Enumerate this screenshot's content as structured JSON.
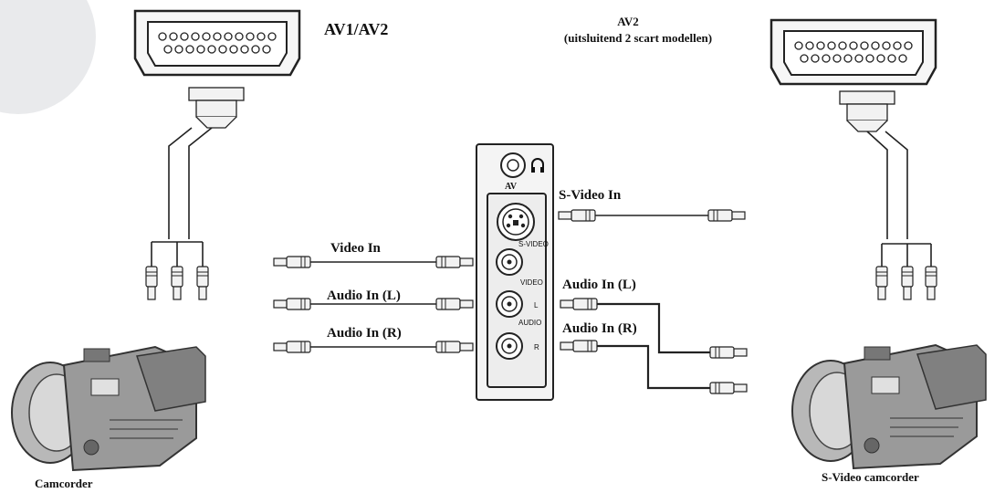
{
  "labels": {
    "av1_av2": "AV1/AV2",
    "av2": "AV2",
    "av2_note": "(uitsluitend 2 scart modellen)",
    "av": "AV",
    "svideo_in": "S-Video In",
    "video_in": "Video In",
    "audio_in_l_left": "Audio In (L)",
    "audio_in_r_left": "Audio In (R)",
    "audio_in_l_right": "Audio In (L)",
    "audio_in_r_right": "Audio In (R)",
    "jack_svideo": "S-VIDEO",
    "jack_video": "VIDEO",
    "jack_l": "L",
    "jack_audio": "AUDIO",
    "jack_r": "R",
    "camcorder": "Camcorder",
    "svideo_camcorder": "S-Video camcorder"
  },
  "icons": [
    "scart-connector-icon",
    "headphone-icon",
    "rca-plug-icon",
    "camcorder-icon",
    "svideo-jack-icon"
  ]
}
